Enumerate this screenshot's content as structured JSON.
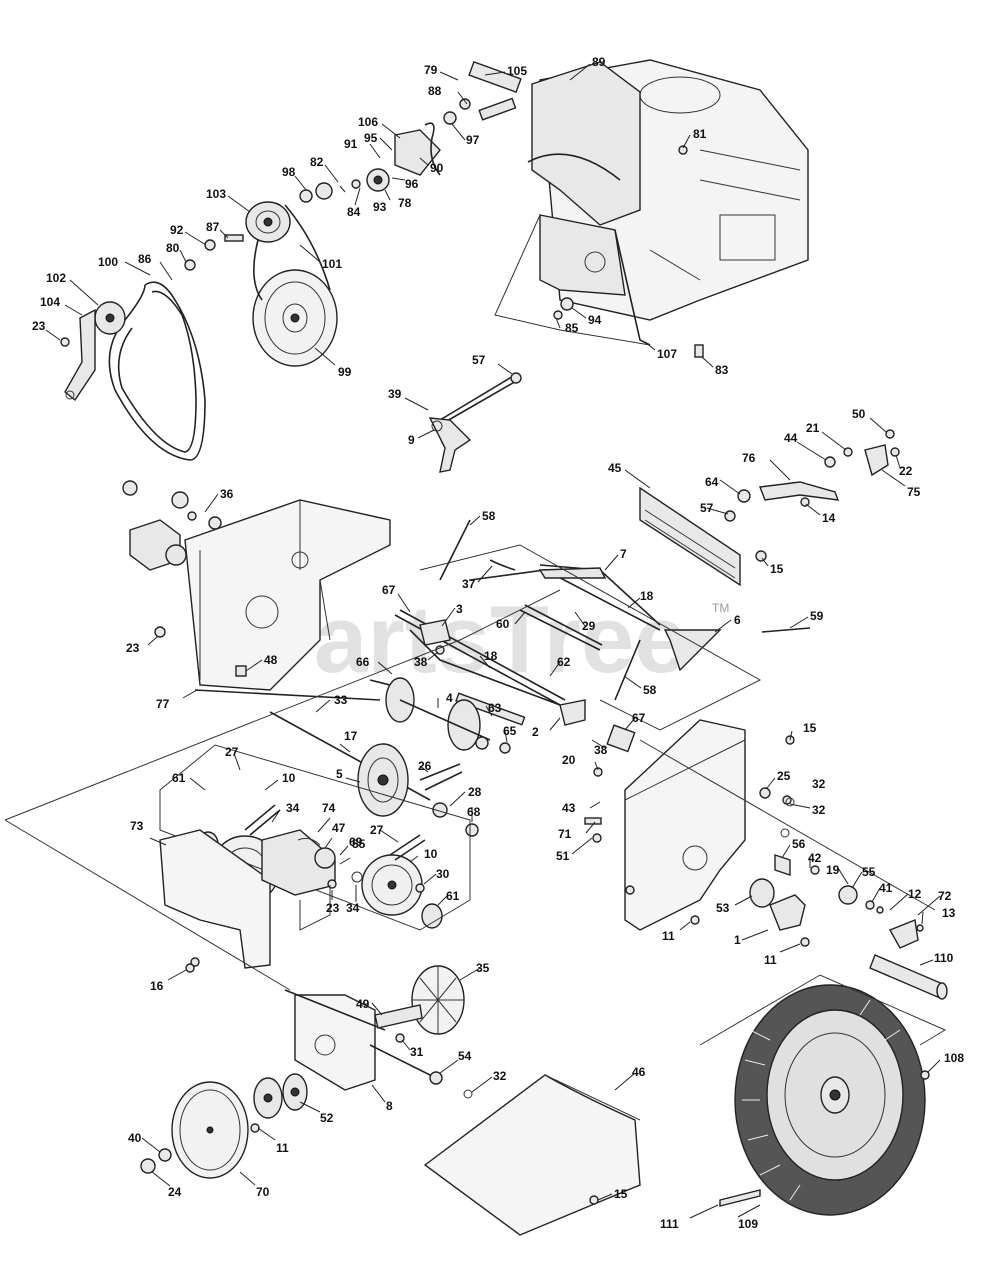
{
  "watermark": {
    "text": "PartsTree",
    "trademark": "TM"
  },
  "callouts": [
    {
      "id": "c79",
      "text": "79"
    },
    {
      "id": "c105",
      "text": "105"
    },
    {
      "id": "c89",
      "text": "89"
    },
    {
      "id": "c88",
      "text": "88"
    },
    {
      "id": "c81",
      "text": "81"
    },
    {
      "id": "c97",
      "text": "97"
    },
    {
      "id": "c106",
      "text": "106"
    },
    {
      "id": "c95",
      "text": "95"
    },
    {
      "id": "c91",
      "text": "91"
    },
    {
      "id": "c90",
      "text": "90"
    },
    {
      "id": "c82",
      "text": "82"
    },
    {
      "id": "c98",
      "text": "98"
    },
    {
      "id": "c96",
      "text": "96"
    },
    {
      "id": "c103",
      "text": "103"
    },
    {
      "id": "c93",
      "text": "93"
    },
    {
      "id": "c78",
      "text": "78"
    },
    {
      "id": "c84",
      "text": "84"
    },
    {
      "id": "c92",
      "text": "92"
    },
    {
      "id": "c87",
      "text": "87"
    },
    {
      "id": "c80",
      "text": "80"
    },
    {
      "id": "c101",
      "text": "101"
    },
    {
      "id": "c100",
      "text": "100"
    },
    {
      "id": "c86",
      "text": "86"
    },
    {
      "id": "c102",
      "text": "102"
    },
    {
      "id": "c104",
      "text": "104"
    },
    {
      "id": "c23a",
      "text": "23"
    },
    {
      "id": "c99",
      "text": "99"
    },
    {
      "id": "c85",
      "text": "85"
    },
    {
      "id": "c94",
      "text": "94"
    },
    {
      "id": "c107",
      "text": "107"
    },
    {
      "id": "c83",
      "text": "83"
    },
    {
      "id": "c57a",
      "text": "57"
    },
    {
      "id": "c39",
      "text": "39"
    },
    {
      "id": "c9",
      "text": "9"
    },
    {
      "id": "c50",
      "text": "50"
    },
    {
      "id": "c21",
      "text": "21"
    },
    {
      "id": "c44",
      "text": "44"
    },
    {
      "id": "c76",
      "text": "76"
    },
    {
      "id": "c22",
      "text": "22"
    },
    {
      "id": "c75",
      "text": "75"
    },
    {
      "id": "c64",
      "text": "64"
    },
    {
      "id": "c45",
      "text": "45"
    },
    {
      "id": "c57b",
      "text": "57"
    },
    {
      "id": "c14",
      "text": "14"
    },
    {
      "id": "c36",
      "text": "36"
    },
    {
      "id": "c58a",
      "text": "58"
    },
    {
      "id": "c7",
      "text": "7"
    },
    {
      "id": "c37",
      "text": "37"
    },
    {
      "id": "c15a",
      "text": "15"
    },
    {
      "id": "c67a",
      "text": "67"
    },
    {
      "id": "c3",
      "text": "3"
    },
    {
      "id": "c18a",
      "text": "18"
    },
    {
      "id": "c29",
      "text": "29"
    },
    {
      "id": "c60",
      "text": "60"
    },
    {
      "id": "c59",
      "text": "59"
    },
    {
      "id": "c6",
      "text": "6"
    },
    {
      "id": "c23b",
      "text": "23"
    },
    {
      "id": "c38a",
      "text": "38"
    },
    {
      "id": "c66",
      "text": "66"
    },
    {
      "id": "c18b",
      "text": "18"
    },
    {
      "id": "c62",
      "text": "62"
    },
    {
      "id": "c48",
      "text": "48"
    },
    {
      "id": "c77",
      "text": "77"
    },
    {
      "id": "c58b",
      "text": "58"
    },
    {
      "id": "c63",
      "text": "63"
    },
    {
      "id": "c4",
      "text": "4"
    },
    {
      "id": "c33",
      "text": "33"
    },
    {
      "id": "c67b",
      "text": "67"
    },
    {
      "id": "c2",
      "text": "2"
    },
    {
      "id": "c65",
      "text": "65"
    },
    {
      "id": "c38b",
      "text": "38"
    },
    {
      "id": "c17",
      "text": "17"
    },
    {
      "id": "c15b",
      "text": "15"
    },
    {
      "id": "c27a",
      "text": "27"
    },
    {
      "id": "c10a",
      "text": "10"
    },
    {
      "id": "c5",
      "text": "5"
    },
    {
      "id": "c26",
      "text": "26"
    },
    {
      "id": "c20",
      "text": "20"
    },
    {
      "id": "c25",
      "text": "25"
    },
    {
      "id": "c32a",
      "text": "32"
    },
    {
      "id": "c28",
      "text": "28"
    },
    {
      "id": "c61a",
      "text": "61"
    },
    {
      "id": "c68",
      "text": "68"
    },
    {
      "id": "c43",
      "text": "43"
    },
    {
      "id": "c32b",
      "text": "32"
    },
    {
      "id": "c34a",
      "text": "34"
    },
    {
      "id": "c74",
      "text": "74"
    },
    {
      "id": "c73",
      "text": "73"
    },
    {
      "id": "c47",
      "text": "47"
    },
    {
      "id": "c71",
      "text": "71"
    },
    {
      "id": "c56",
      "text": "56"
    },
    {
      "id": "c69",
      "text": "69"
    },
    {
      "id": "c27b",
      "text": "27"
    },
    {
      "id": "c55a",
      "text": "55"
    },
    {
      "id": "c10b",
      "text": "10"
    },
    {
      "id": "c51",
      "text": "51"
    },
    {
      "id": "c42",
      "text": "42"
    },
    {
      "id": "c19",
      "text": "19"
    },
    {
      "id": "c55b",
      "text": "55"
    },
    {
      "id": "c30",
      "text": "30"
    },
    {
      "id": "c41",
      "text": "41"
    },
    {
      "id": "c23c",
      "text": "23"
    },
    {
      "id": "c34b",
      "text": "34"
    },
    {
      "id": "c61b",
      "text": "61"
    },
    {
      "id": "c12",
      "text": "12"
    },
    {
      "id": "c72",
      "text": "72"
    },
    {
      "id": "c53",
      "text": "53"
    },
    {
      "id": "c13",
      "text": "13"
    },
    {
      "id": "c11a",
      "text": "11"
    },
    {
      "id": "c1",
      "text": "1"
    },
    {
      "id": "c11b",
      "text": "11"
    },
    {
      "id": "c110",
      "text": "110"
    },
    {
      "id": "c16",
      "text": "16"
    },
    {
      "id": "c35",
      "text": "35"
    },
    {
      "id": "c49",
      "text": "49"
    },
    {
      "id": "c31",
      "text": "31"
    },
    {
      "id": "c54",
      "text": "54"
    },
    {
      "id": "c108",
      "text": "108"
    },
    {
      "id": "c32c",
      "text": "32"
    },
    {
      "id": "c46",
      "text": "46"
    },
    {
      "id": "c8",
      "text": "8"
    },
    {
      "id": "c52",
      "text": "52"
    },
    {
      "id": "c11c",
      "text": "11"
    },
    {
      "id": "c40",
      "text": "40"
    },
    {
      "id": "c24",
      "text": "24"
    },
    {
      "id": "c70",
      "text": "70"
    },
    {
      "id": "c15c",
      "text": "15"
    },
    {
      "id": "c111",
      "text": "111"
    },
    {
      "id": "c109",
      "text": "109"
    }
  ]
}
